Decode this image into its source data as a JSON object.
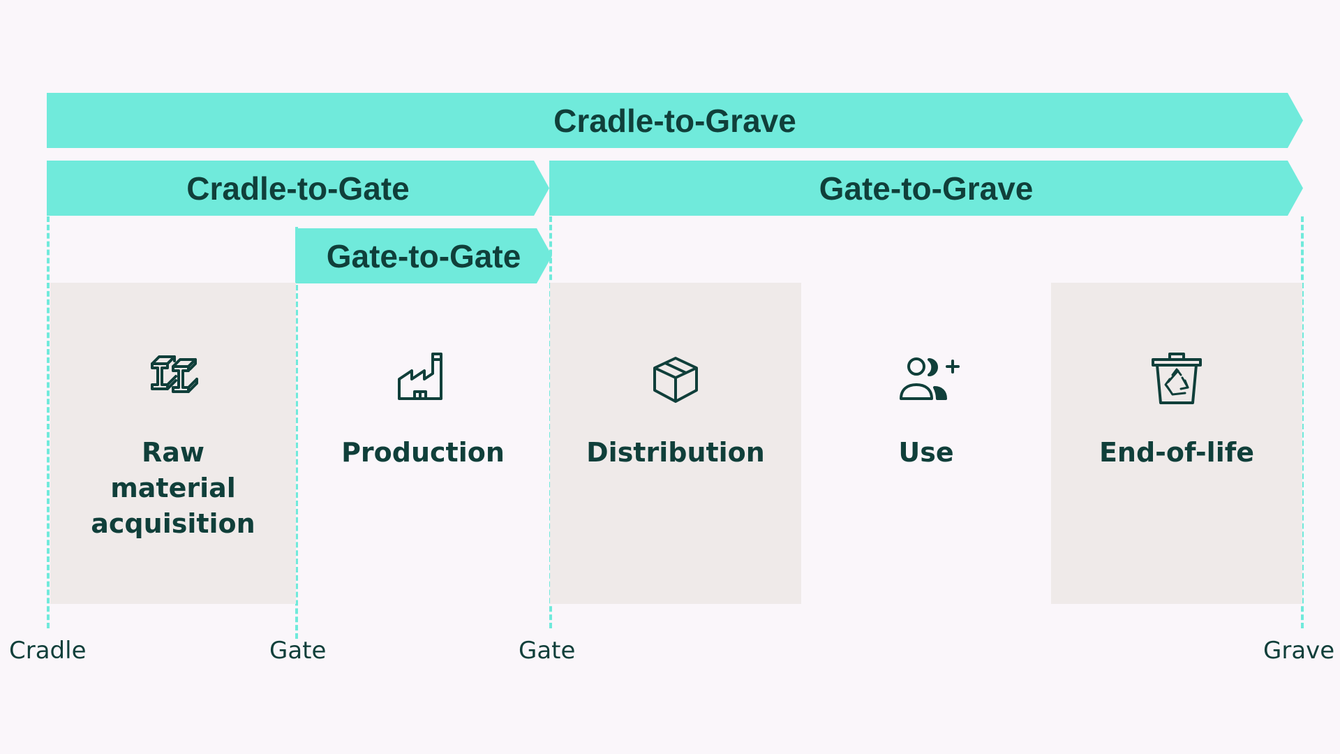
{
  "scopes": {
    "cradle_to_grave": "Cradle-to-Grave",
    "cradle_to_gate": "Cradle-to-Gate",
    "gate_to_grave": "Gate-to-Grave",
    "gate_to_gate": "Gate-to-Gate"
  },
  "stages": [
    {
      "label": "Raw material acquisition",
      "icon": "steel-beams-icon"
    },
    {
      "label": "Production",
      "icon": "factory-icon"
    },
    {
      "label": "Distribution",
      "icon": "box-icon"
    },
    {
      "label": "Use",
      "icon": "users-add-icon"
    },
    {
      "label": "End-of-life",
      "icon": "recycle-bin-icon"
    }
  ],
  "boundaries": {
    "cradle": "Cradle",
    "gate_1": "Gate",
    "gate_2": "Gate",
    "grave": "Grave"
  },
  "colors": {
    "accent": "#70eadb",
    "text": "#103f3a",
    "stage_fill": "#efeae9",
    "background": "#faf6fa"
  }
}
